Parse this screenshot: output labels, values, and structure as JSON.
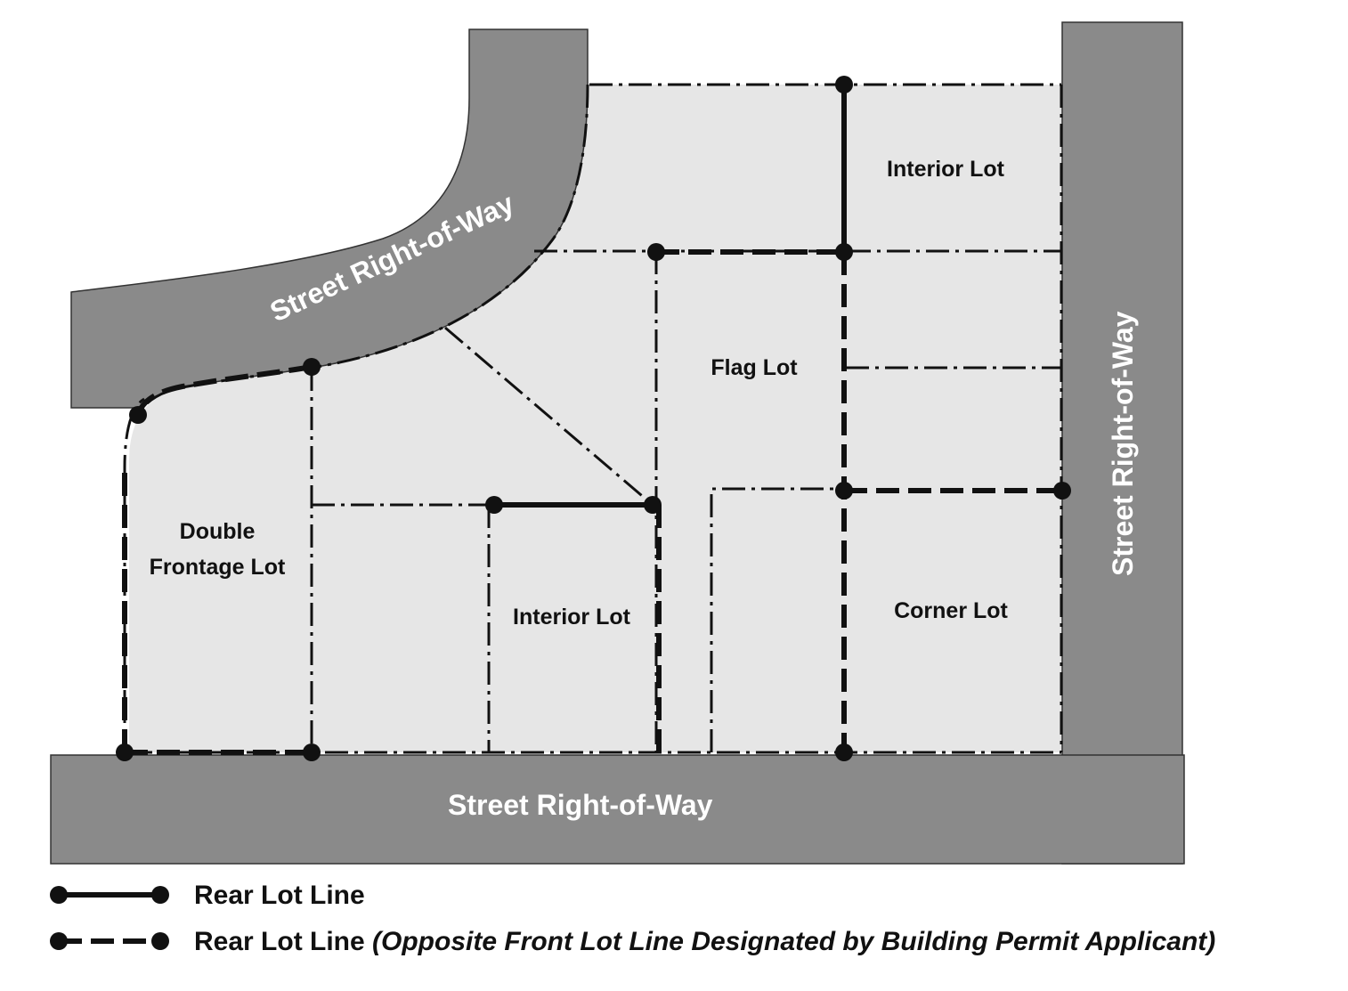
{
  "colors": {
    "street": "#8a8a8a",
    "lot_fill": "#e6e6e6",
    "line": "#111111",
    "street_text": "#ffffff",
    "background": "#ffffff"
  },
  "streets": {
    "curved": "Street Right-of-Way",
    "east": "Street Right-of-Way",
    "south": "Street Right-of-Way"
  },
  "lots": {
    "interior_ne": "Interior Lot",
    "flag": "Flag Lot",
    "double_frontage_line1": "Double",
    "double_frontage_line2": "Frontage Lot",
    "interior_center": "Interior Lot",
    "corner": "Corner Lot"
  },
  "legend": {
    "solid_label": "Rear Lot Line",
    "dashed_label": "Rear Lot Line ",
    "dashed_note": "(Opposite Front Lot Line Designated by Building Permit Applicant)"
  }
}
